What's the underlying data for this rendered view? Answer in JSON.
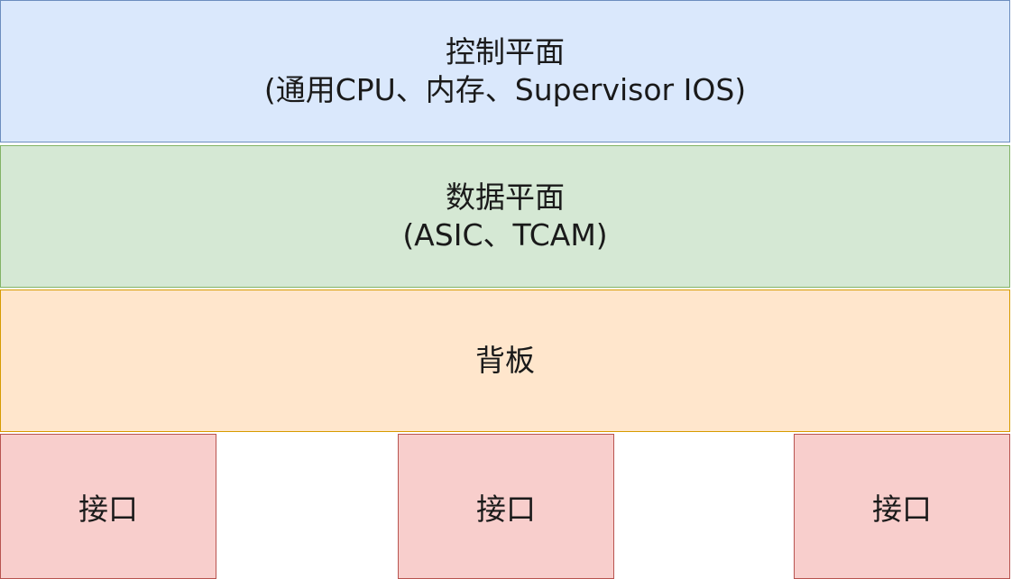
{
  "layers": [
    {
      "title": "控制平面",
      "subtitle": "(通用CPU、内存、Supervisor IOS)",
      "fill": "#dae8fc",
      "stroke": "#6c8ebf"
    },
    {
      "title": "数据平面",
      "subtitle": "(ASIC、TCAM)",
      "fill": "#d5e8d4",
      "stroke": "#82b366"
    },
    {
      "title": "背板",
      "fill": "#ffe6cc",
      "stroke": "#d79b00"
    }
  ],
  "interfaces": [
    {
      "label": "接口",
      "fill": "#f8cecc",
      "stroke": "#b85450"
    },
    {
      "label": "接口",
      "fill": "#f8cecc",
      "stroke": "#b85450"
    },
    {
      "label": "接口",
      "fill": "#f8cecc",
      "stroke": "#b85450"
    }
  ]
}
